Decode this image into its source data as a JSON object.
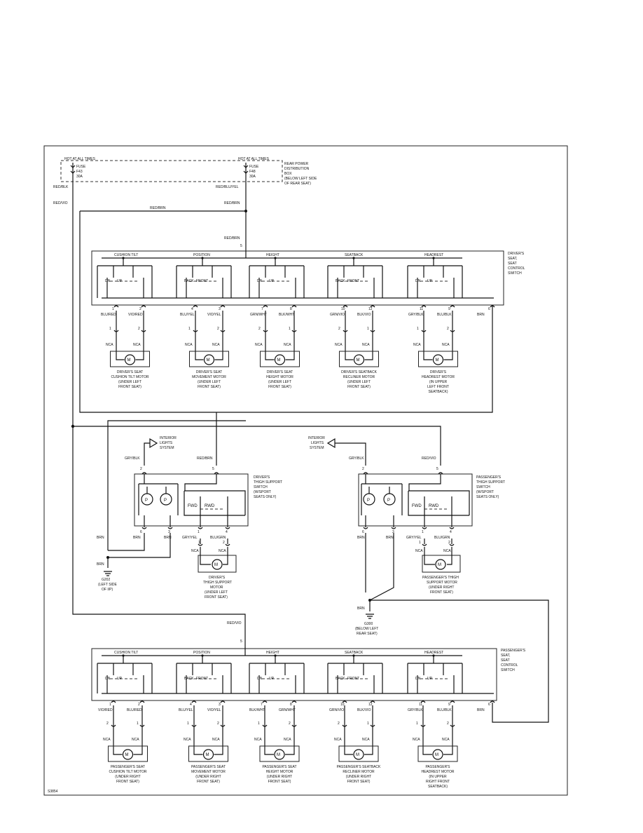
{
  "power": {
    "left": {
      "hot": "HOT AT ALL TIMES",
      "fuse_lines": [
        "FUSE",
        "F43",
        "30A"
      ]
    },
    "right": {
      "hot": "HOT AT ALL TIMES",
      "fuse_lines": [
        "FUSE",
        "F48",
        "30A"
      ]
    },
    "box_label": [
      "REAR POWER",
      "DISTRIBUTION",
      "BOX",
      "(BELOW LEFT SIDE",
      "OF REAR SEAT)"
    ]
  },
  "wires_top": {
    "red_blk": "RED/BLK",
    "red_vio": "RED/VIO",
    "red_blu_yel": "RED/BLU/YEL",
    "red_brn_a": "RED/BRN",
    "red_brn_b": "RED/BRN",
    "red_brn_c": "RED/BRN",
    "pin5": "5"
  },
  "driver_switch": {
    "label": [
      "DRIVER'S",
      "SEAT,",
      "SEAT",
      "CONTROL",
      "SWITCH"
    ],
    "sections": [
      {
        "name": "CUSHION TILT",
        "a": "DN",
        "b": "UP"
      },
      {
        "name": "POSITION",
        "a": "BACK",
        "b": "FRONT"
      },
      {
        "name": "HEIGHT",
        "a": "DN",
        "b": "UP"
      },
      {
        "name": "SEATBACK",
        "a": "BACK",
        "b": "FRONT"
      },
      {
        "name": "HEADREST",
        "a": "DN",
        "b": "UP"
      }
    ],
    "pins": [
      "1",
      "2",
      "4",
      "3",
      "7",
      "8",
      "10",
      "12",
      "11",
      "9",
      "6"
    ],
    "wires": [
      "BLU/RED",
      "VIO/RED",
      "BLU/YEL",
      "VIO/YEL",
      "GRN/WHT",
      "BLK/WHT",
      "GRN/VIO",
      "BLK/VIO",
      "GRY/BLK",
      "BLU/BLK",
      "BRN"
    ],
    "motor_pins": [
      [
        "1",
        "2"
      ],
      [
        "1",
        "2"
      ],
      [
        "2",
        "1"
      ],
      [
        "2",
        "1"
      ],
      [
        "1",
        "2"
      ]
    ],
    "nca": "NCA",
    "motors": [
      [
        "DRIVER'S SEAT",
        "CUSHION TILT MOTOR",
        "(UNDER LEFT",
        "FRONT SEAT)"
      ],
      [
        "DRIVER'S SEAT",
        "MOVEMENT MOTOR",
        "(UNDER LEFT",
        "FRONT SEAT)"
      ],
      [
        "DRIVER'S SEAT",
        "HEIGHT MOTOR",
        "(UNDER LEFT",
        "FRONT SEAT)"
      ],
      [
        "DRIVER'S SEATBACK",
        "RECLINER MOTOR",
        "(UNDER LEFT",
        "FRONT SEAT)"
      ],
      [
        "DRIVER'S",
        "HEADREST MOTOR",
        "(IN UPPER",
        "LEFT FRONT",
        "SEATBACK)"
      ]
    ]
  },
  "driver_thigh": {
    "interior": [
      "INTERIOR",
      "LIGHTS",
      "SYSTEM"
    ],
    "w_gry_blk": "GRY/BLK",
    "w_red_brn": "RED/BRN",
    "pin_a": "2",
    "pin_b": "5",
    "label": [
      "DRIVER'S",
      "THIGH SUPPORT",
      "SWITCH",
      "(W/SPORT",
      "SEATS ONLY)"
    ],
    "fwd": "FWD",
    "rwd": "RWD",
    "bottom_pins": [
      "6",
      "3",
      "1",
      "4"
    ],
    "bottom_wires": [
      "BRN",
      "BRN",
      "GRY/YEL",
      "BLU/GRN"
    ],
    "motor_pins": [
      "1",
      "2"
    ],
    "left_brn": "BRN",
    "ground_brn": "BRN",
    "ground": [
      "G202",
      "(LEFT SIDE",
      "OF I/P)"
    ],
    "motor": [
      "DRIVER'S",
      "THIGH SUPPORT",
      "MOTOR",
      "(UNDER LEFT",
      "FRONT SEAT)"
    ]
  },
  "pass_thigh": {
    "interior": [
      "INTERIOR",
      "LIGHTS",
      "SYSTEM"
    ],
    "w_gry_blk": "GRY/BLK",
    "w_red_vio": "RED/VIO",
    "pin_a": "2",
    "pin_b": "5",
    "label": [
      "PASSENGER'S",
      "THIGH SUPPORT",
      "SWITCH",
      "(W/SPORT",
      "SEATS ONLY)"
    ],
    "fwd": "FWD",
    "rwd": "RWD",
    "bottom_pins": [
      "6",
      "3",
      "1",
      "4"
    ],
    "bottom_wires": [
      "BRN",
      "BRN",
      "GRY/YEL",
      "BLU/GRN"
    ],
    "motor_pins": [
      "1",
      "2"
    ],
    "ground_brn": "BRN",
    "ground": [
      "G300",
      "(BELOW LEFT",
      "REAR SEAT)"
    ],
    "motor": [
      "PASSENGER'S THIGH",
      "SUPPORT MOTOR",
      "(UNDER RIGHT",
      "FRONT SEAT)"
    ]
  },
  "pass_feed": {
    "wire": "RED/VIO",
    "pin": "5"
  },
  "pass_switch": {
    "label": [
      "PASSENGER'S",
      "SEAT,",
      "SEAT",
      "CONTROL",
      "SWITCH"
    ],
    "sections": [
      {
        "name": "CUSHION TILT",
        "a": "DN",
        "b": "UP"
      },
      {
        "name": "POSITION",
        "a": "BACK",
        "b": "FRONT"
      },
      {
        "name": "HEIGHT",
        "a": "DN",
        "b": "UP"
      },
      {
        "name": "SEATBACK",
        "a": "BACK",
        "b": "FRONT"
      },
      {
        "name": "HEADREST",
        "a": "DN",
        "b": "UP"
      }
    ],
    "pins": [
      "1",
      "2",
      "4",
      "3",
      "7",
      "8",
      "10",
      "12",
      "11",
      "9",
      "6"
    ],
    "wires": [
      "VIO/RED",
      "BLU/RED",
      "BLU/YEL",
      "VIO/YEL",
      "BLK/WHT",
      "GRN/WHT",
      "GRN/VIO",
      "BLK/VIO",
      "GRY/BLK",
      "BLU/BLK",
      "BRN"
    ],
    "motor_pins": [
      [
        "2",
        "1"
      ],
      [
        "1",
        "2"
      ],
      [
        "1",
        "2"
      ],
      [
        "2",
        "1"
      ],
      [
        "1",
        "2"
      ]
    ],
    "nca": "NCA",
    "motors": [
      [
        "PASSENGER'S SEAT",
        "CUSHION TILT MOTOR",
        "(UNDER RIGHT",
        "FRONT SEAT)"
      ],
      [
        "PASSENGER'S SEAT",
        "MOVEMENT MOTOR",
        "(UNDER RIGHT",
        "FRONT SEAT)"
      ],
      [
        "PASSENGER'S SEAT",
        "HEIGHT MOTOR",
        "(UNDER RIGHT",
        "FRONT SEAT)"
      ],
      [
        "PASSENGER'S SEATBACK",
        "RECLINER MOTOR",
        "(UNDER RIGHT",
        "FRONT SEAT)"
      ],
      [
        "PASSENGER'S",
        "HEADREST MOTOR",
        "(IN UPPER",
        "RIGHT FRONT",
        "SEATBACK)"
      ]
    ]
  },
  "motor_symbol": "M",
  "switch_symbol": "P",
  "figure_id": "S3854"
}
